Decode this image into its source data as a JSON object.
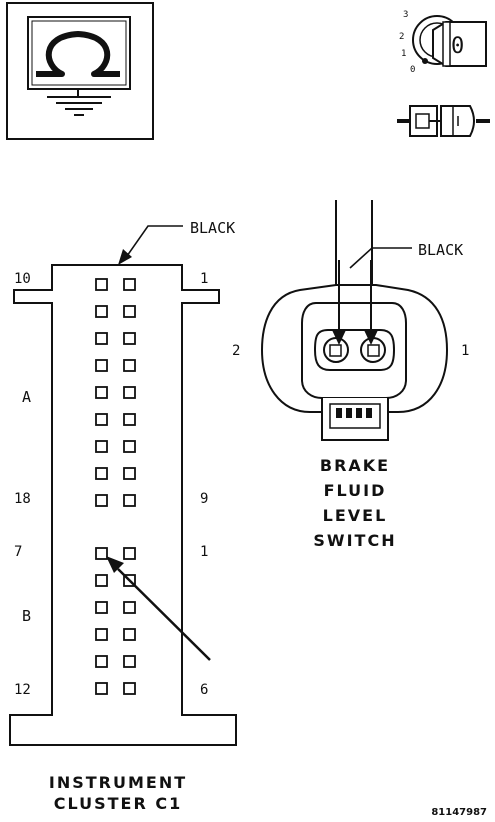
{
  "ignition_key": {
    "positions": [
      "3",
      "2",
      "1",
      "0"
    ],
    "key_label": "0"
  },
  "instrument_cluster": {
    "color_label": "BLACK",
    "pin_labels": {
      "top_left": "10",
      "top_right": "1",
      "section_a": "A",
      "a_bottom_left": "18",
      "a_bottom_right": "9",
      "b_top_left": "7",
      "b_top_right": "1",
      "section_b": "B",
      "bottom_left": "12",
      "bottom_right": "6"
    },
    "caption_line1": "INSTRUMENT",
    "caption_line2": "CLUSTER C1"
  },
  "brake_switch": {
    "color_label": "BLACK",
    "pin_left": "2",
    "pin_right": "1",
    "caption_lines": [
      "BRAKE",
      "FLUID",
      "LEVEL",
      "SWITCH"
    ]
  },
  "figure_id": "81147987"
}
